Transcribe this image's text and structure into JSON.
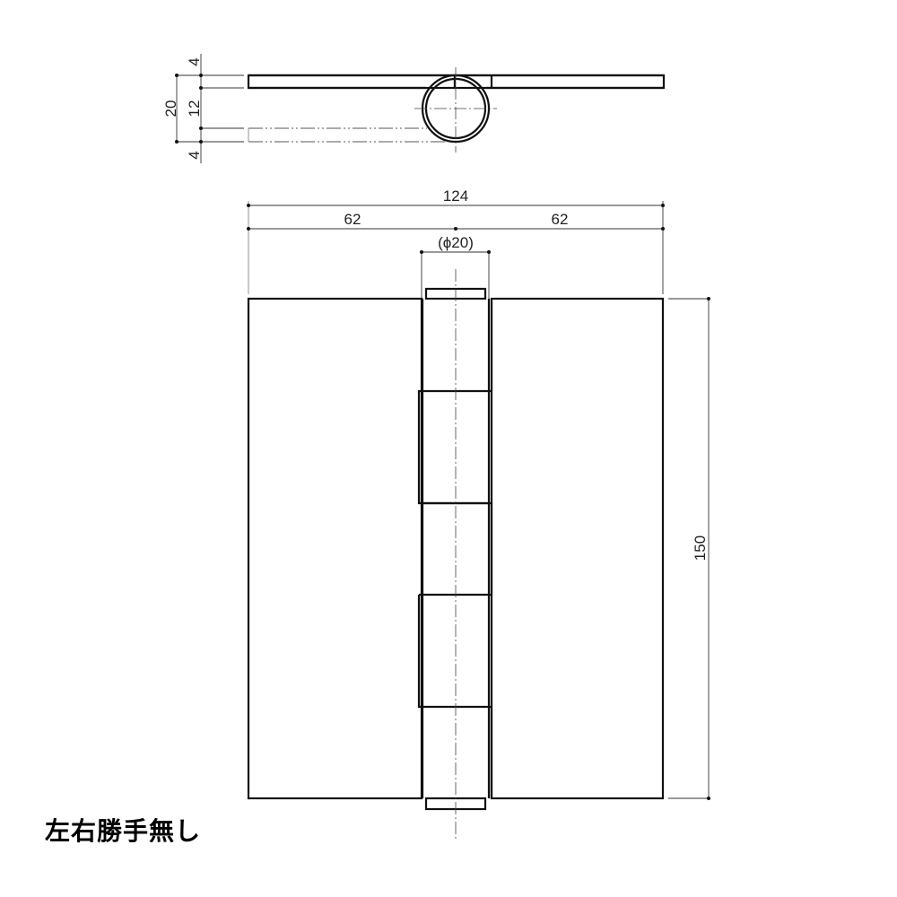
{
  "drawing": {
    "subject": "butt hinge",
    "top_view": {
      "dimensions": {
        "overall_thickness": "20",
        "top_offset": "4",
        "middle": "12",
        "bottom_offset": "4"
      }
    },
    "front_view": {
      "dimensions": {
        "overall_width": "124",
        "left_leaf_width": "62",
        "right_leaf_width": "62",
        "knuckle_diameter": "(ϕ20)",
        "height": "150"
      },
      "knuckle_segments": 5
    },
    "caption": "左右勝手無し"
  },
  "colors": {
    "line": "#111111",
    "dim_line": "#333333",
    "background": "#ffffff"
  }
}
